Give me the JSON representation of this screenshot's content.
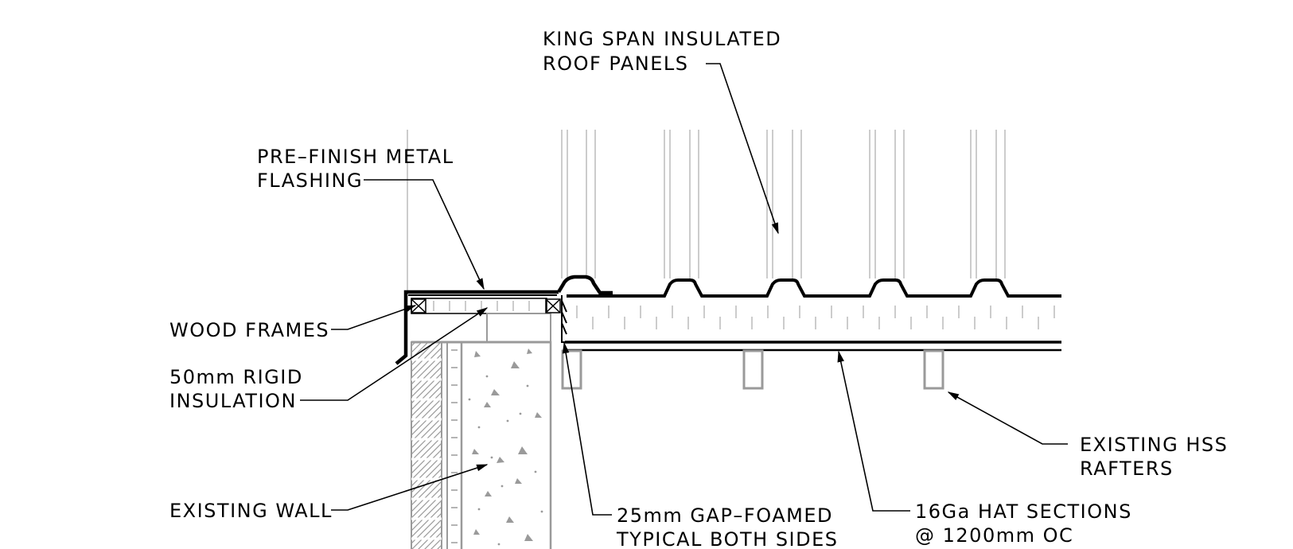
{
  "labels": {
    "roof_panels": [
      "KING SPAN INSULATED",
      "ROOF PANELS"
    ],
    "flashing": [
      "PRE–FINISH METAL",
      "FLASHING"
    ],
    "wood_frames": [
      "WOOD FRAMES"
    ],
    "rigid_insulation": [
      "50mm RIGID",
      "INSULATION"
    ],
    "existing_wall": [
      "EXISTING WALL"
    ],
    "gap_foamed": [
      "25mm GAP–FOAMED",
      "TYPICAL BOTH SIDES"
    ],
    "hat_sections": [
      "16Ga HAT SECTIONS",
      "@ 1200mm OC"
    ],
    "hss_rafters": [
      "EXISTING HSS",
      "RAFTERS"
    ]
  },
  "colors": {
    "line": "#000000",
    "existing": "#9a9a9a",
    "background": "#ffffff"
  }
}
